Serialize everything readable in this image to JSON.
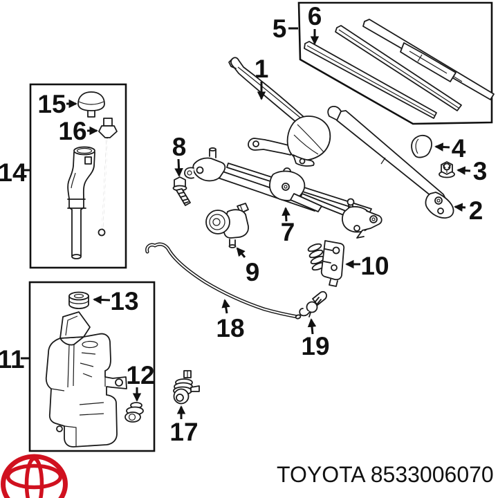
{
  "colors": {
    "background": "#ffffff",
    "line": "#1a1a1a",
    "logo_red": "#d0111f"
  },
  "callouts": [
    {
      "label": "1"
    },
    {
      "label": "2"
    },
    {
      "label": "3"
    },
    {
      "label": "4"
    },
    {
      "label": "5"
    },
    {
      "label": "6"
    },
    {
      "label": "7"
    },
    {
      "label": "8"
    },
    {
      "label": "9"
    },
    {
      "label": "10"
    },
    {
      "label": "11"
    },
    {
      "label": "12"
    },
    {
      "label": "13"
    },
    {
      "label": "14"
    },
    {
      "label": "15"
    },
    {
      "label": "16"
    },
    {
      "label": "17"
    },
    {
      "label": "18"
    },
    {
      "label": "19"
    }
  ],
  "footer": {
    "brand": "TOYOTA",
    "part_number": "8533006070",
    "text": "TOYOTA 8533006070"
  }
}
